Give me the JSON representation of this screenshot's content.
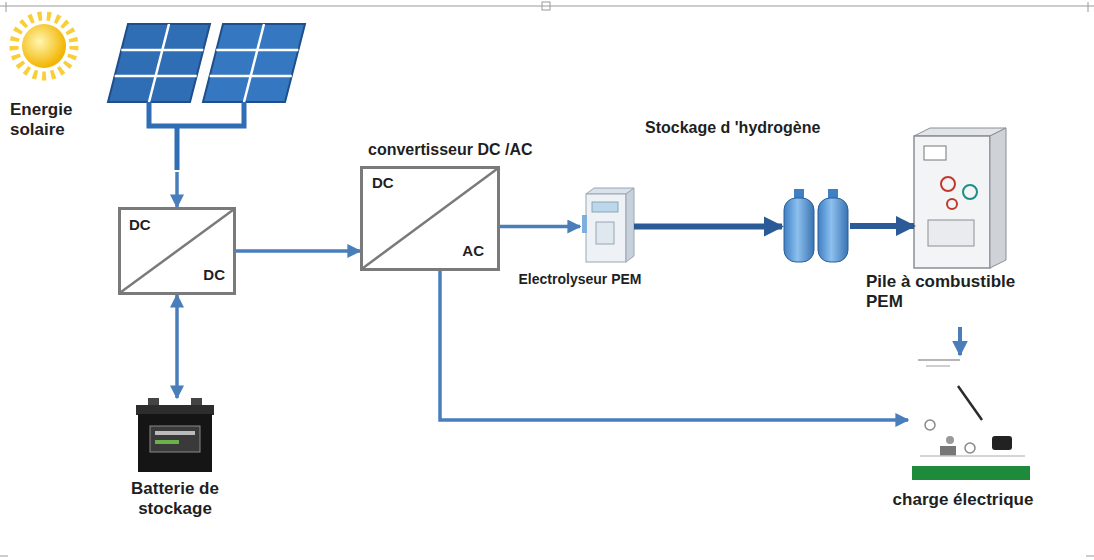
{
  "diagram": {
    "nodes": [
      {
        "text": [
          "Energie solaire"
        ]
      },
      {
        "text": [
          "DC",
          "DC"
        ]
      },
      {
        "text": [
          "Batterie de stockage"
        ]
      },
      {
        "text": [
          "convertisseur DC /AC",
          "DC",
          "AC"
        ]
      },
      {
        "text": [
          "Electrolyseur PEM"
        ]
      },
      {
        "text": [
          "Stockage d 'hydrogène"
        ]
      },
      {
        "text": [
          "Pile à combustible PEM"
        ]
      },
      {
        "text": [
          "charge électrique"
        ]
      }
    ],
    "edges": [
      {
        "from": 0,
        "to": 1,
        "arrow": "to"
      },
      {
        "from": 1,
        "to": 2,
        "arrow": "both"
      },
      {
        "from": 1,
        "to": 3,
        "arrow": "to"
      },
      {
        "from": 3,
        "to": 4,
        "arrow": "to"
      },
      {
        "from": 4,
        "to": 5,
        "arrow": "to"
      },
      {
        "from": 5,
        "to": 6,
        "arrow": "to"
      },
      {
        "from": 6,
        "to": 7,
        "arrow": "to"
      },
      {
        "from": 3,
        "to": 7,
        "arrow": "to"
      }
    ]
  }
}
